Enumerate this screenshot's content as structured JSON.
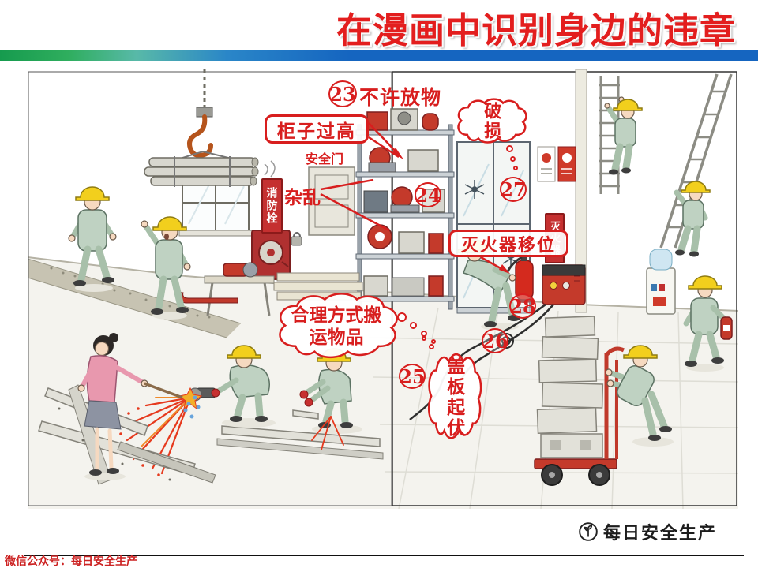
{
  "title": "在漫画中识别身边的违章",
  "annotations": {
    "no_items": {
      "number": "23",
      "label": "不许放物"
    },
    "cabinet_high": "柜子过高",
    "safety_door": "安全门",
    "messy": "杂乱",
    "hydrant_sign": "消防栓",
    "n24": "24",
    "broken": "破损",
    "n27": "27",
    "extinguisher_moved": "灭火器移位",
    "extinguisher_sign": "灭火器",
    "n28": "28",
    "n26": "26",
    "n25": "25",
    "carry_properly": "合理方式搬运物品",
    "cover_uneven": "盖板起伏"
  },
  "footer": {
    "wechat_label": "微信公众号：每日安全生产",
    "brand": "每日安全生产"
  }
}
